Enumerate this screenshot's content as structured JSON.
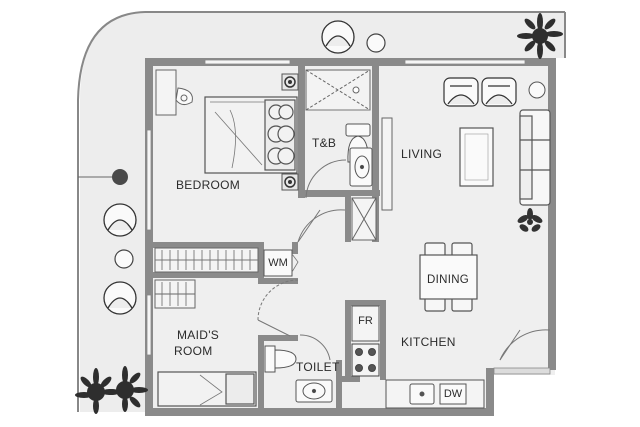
{
  "rooms": {
    "bedroom": "BEDROOM",
    "tb": "T&B",
    "living": "LIVING",
    "dining": "DINING",
    "kitchen": "KITCHEN",
    "maids_room_line1": "MAID'S",
    "maids_room_line2": "ROOM",
    "toilet": "TOILET"
  },
  "fixtures": {
    "wm": "WM",
    "fr": "FR",
    "dw": "DW"
  },
  "colors": {
    "floor": "#eeeeee",
    "wall": "#8c8c8c",
    "line": "#555555",
    "dark": "#3a3a3a"
  }
}
